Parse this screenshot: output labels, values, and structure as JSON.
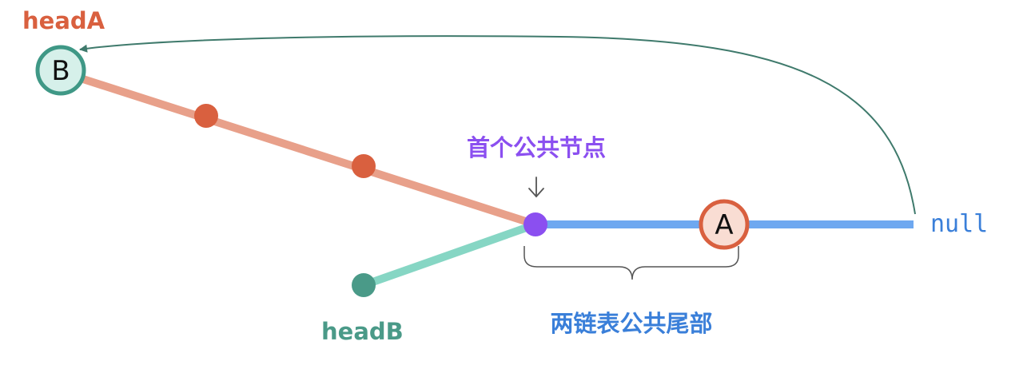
{
  "labels": {
    "head_a": "headA",
    "head_b": "headB",
    "node_b": "B",
    "node_a": "A",
    "null_text": "null",
    "first_common_node": "首个公共节点",
    "common_tail": "两链表公共尾部"
  },
  "colors": {
    "head_a_text": "#d9603f",
    "list_a_line": "#e8a08a",
    "list_a_dot": "#d9603f",
    "head_b_text": "#4a9a88",
    "list_b_line": "#86d6c4",
    "list_b_dot": "#4a9a88",
    "common_line": "#6ea8f0",
    "common_node": "#8b4ff0",
    "first_common_text": "#8b4ff0",
    "common_tail_text": "#3a7fd9",
    "null_text": "#3a7fd9",
    "node_b_fill": "#d6f0ea",
    "node_b_stroke": "#3f9886",
    "node_a_fill": "#f9ddd3",
    "node_a_stroke": "#d9603f",
    "arc": "#3f7a6c",
    "annotation": "#555555"
  }
}
